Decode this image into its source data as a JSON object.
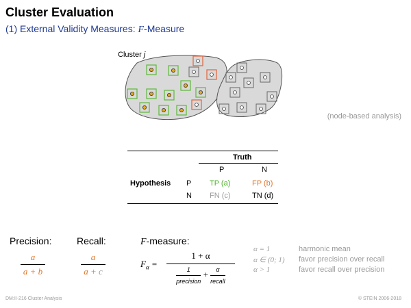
{
  "header": {
    "title": "Cluster Evaluation",
    "subtitle_prefix": "(1) External Validity Measures: ",
    "subtitle_math": "F",
    "subtitle_suffix": "-Measure"
  },
  "figure": {
    "cluster_label_prefix": "Cluster ",
    "cluster_label_var": "j",
    "note": "(node-based analysis)",
    "colors": {
      "green": "#5cb83a",
      "orange": "#e2643a",
      "gray": "#666666",
      "cluster_fill": "#d9d9d9"
    }
  },
  "table": {
    "truth_label": "Truth",
    "col_p": "P",
    "col_n": "N",
    "hypothesis_label": "Hypothesis",
    "row_p": "P",
    "row_n": "N",
    "tp": "TP (a)",
    "fp": "FP (b)",
    "fn": "FN (c)",
    "tn": "TN (d)"
  },
  "measures": {
    "precision_label": "Precision:",
    "precision_num": "a",
    "precision_den_a": "a + ",
    "precision_den_b": "b",
    "recall_label": "Recall:",
    "recall_num": "a",
    "recall_den_a": "a + ",
    "recall_den_c": "c",
    "fmeasure_label_var": "F",
    "fmeasure_label_rest": "-measure:",
    "f_lhs": "F",
    "f_sub": "α",
    "f_num": "1 + α",
    "f_den_precision": "precision",
    "f_den_recall": "recall",
    "f_den_alpha": "α",
    "f_den_one": "1"
  },
  "alpha_cases": [
    {
      "condition": "α = 1",
      "description": "harmonic mean"
    },
    {
      "condition": "α ∈ (0; 1)",
      "description": "favor precision over recall"
    },
    {
      "condition": "α > 1",
      "description": "favor recall over precision"
    }
  ],
  "footer": {
    "left": "DM:II-216   Cluster Analysis",
    "right": "© STEIN 2006-2018"
  }
}
